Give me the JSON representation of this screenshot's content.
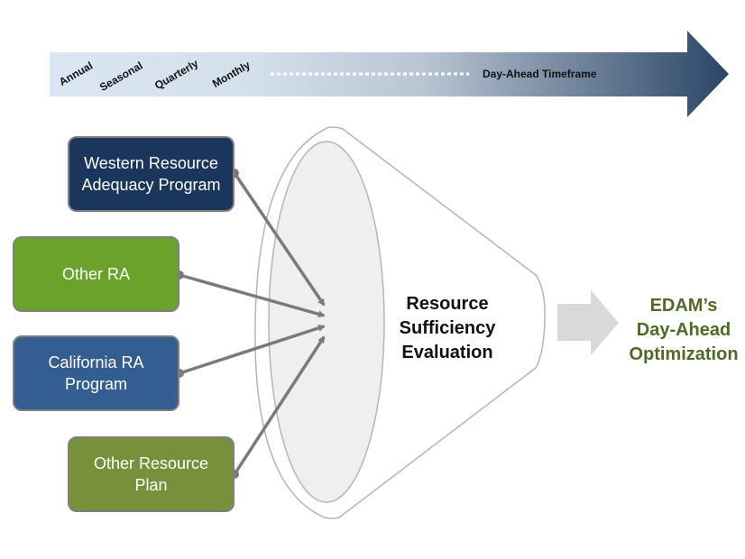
{
  "timeline": {
    "labels": [
      "Annual",
      "Seasonal",
      "Quarterly",
      "Monthly"
    ],
    "end_label": "Day-Ahead Timeframe",
    "gradient_start": "#d9e5f2",
    "gradient_end": "#2e4a6e"
  },
  "inputs": [
    {
      "label": "Western Resource\nAdequacy Program",
      "color": "#1b365d"
    },
    {
      "label": "Other RA",
      "color": "#6aa22c"
    },
    {
      "label": "California RA\nProgram",
      "color": "#345d91"
    },
    {
      "label": "Other Resource\nPlan",
      "color": "#76913a"
    }
  ],
  "center": {
    "label": "Resource\nSufficiency\nEvaluation"
  },
  "output": {
    "label": "EDAM’s\nDay-Ahead\nOptimization",
    "color": "#4f6a23"
  }
}
